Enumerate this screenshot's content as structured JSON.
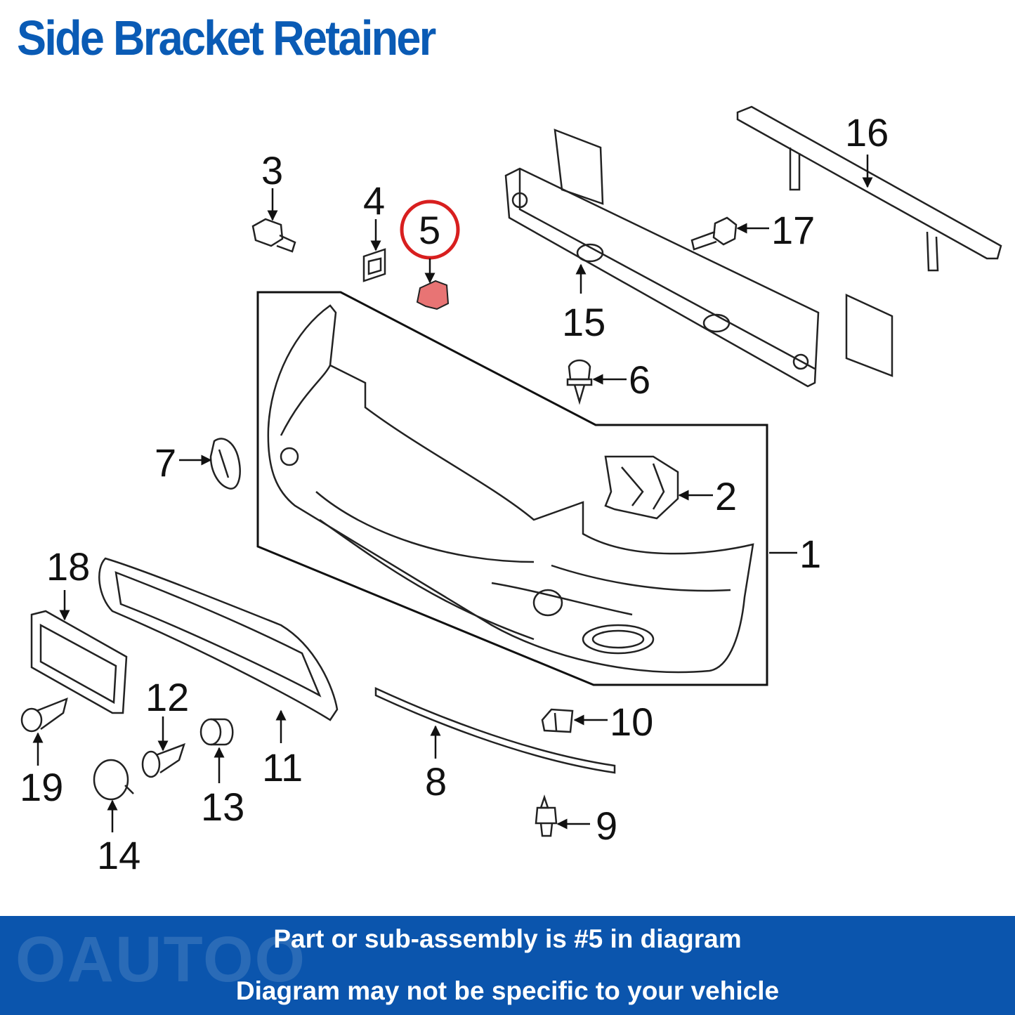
{
  "title": "Side Bracket Retainer",
  "highlight_color": "#e87474",
  "brand_color": "#0b55ad",
  "callouts": {
    "c1": "1",
    "c2": "2",
    "c3": "3",
    "c4": "4",
    "c5": "5",
    "c6": "6",
    "c7": "7",
    "c8": "8",
    "c9": "9",
    "c10": "10",
    "c11": "11",
    "c12": "12",
    "c13": "13",
    "c14": "14",
    "c15": "15",
    "c16": "16",
    "c17": "17",
    "c18": "18",
    "c19": "19"
  },
  "banner": {
    "line1": "Part or sub-assembly is #5 in diagram",
    "line2": "Diagram may not be specific to your vehicle"
  },
  "watermark": "OAUTOO"
}
